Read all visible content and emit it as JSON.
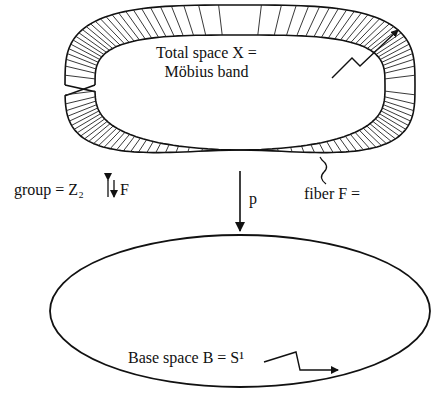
{
  "diagram": {
    "nodes": [
      {
        "text": [
          "Total space X = Möbius band"
        ]
      },
      {
        "text": [
          "Base space B = S¹"
        ]
      }
    ],
    "edges": [
      {
        "from": 0,
        "to": 1,
        "arrow": "to",
        "label": "p"
      }
    ],
    "labels": [
      "group = Z₂",
      "F",
      "fiber F ="
    ]
  }
}
